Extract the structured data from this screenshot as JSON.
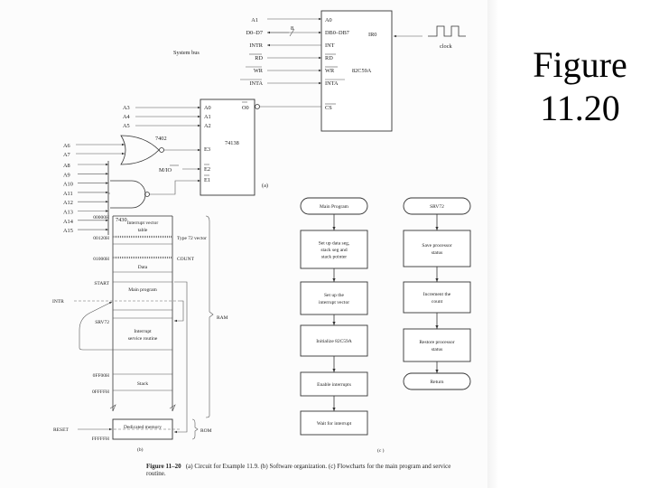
{
  "slide_title": {
    "line1": "Figure",
    "line2": "11.20"
  },
  "caption": {
    "label": "Figure 11–20",
    "text": "(a) Circuit for Example 11.9. (b) Software organization. (c) Flowcharts for the main program and service routine."
  },
  "part_a": {
    "label": "(a)",
    "system_bus_label": "System bus",
    "bus_signals": [
      "A1",
      "D0–D7",
      "INTR",
      "RD",
      "WR",
      "INTA"
    ],
    "bus_width_label": "8",
    "pic": {
      "name": "82C59A",
      "pins_left": [
        "A0",
        "DB0–DB7",
        "INT",
        "RD",
        "WR",
        "INTA",
        "CS"
      ],
      "pin_right": "IR0"
    },
    "clock_label": "clock",
    "decoder": {
      "name": "74138",
      "inputs": [
        "A0",
        "A1",
        "A2",
        "E3",
        "E2",
        "E1"
      ],
      "output": "O0"
    },
    "decoder_address_inputs": [
      "A3",
      "A4",
      "A5"
    ],
    "nor_gate": {
      "name": "7402",
      "inputs": [
        "A6",
        "A7"
      ]
    },
    "nand_gate": {
      "name": "7430",
      "inputs": [
        "A8",
        "A9",
        "A10",
        "A11",
        "A12",
        "A13",
        "A14",
        "A15"
      ]
    },
    "mio_label": "M/IO"
  },
  "part_b": {
    "label": "(b)",
    "addresses": [
      "00000H",
      "00120H",
      "01000H",
      "START",
      "SRV72",
      "0FF00H",
      "0FFFFH",
      "FFFFFH"
    ],
    "segments": [
      "Interrupt vector table",
      "Data",
      "Main program",
      "Interrupt service routine",
      "Stack",
      "Dedicated memory"
    ],
    "side_labels": [
      "Type 72 vector",
      "COUNT"
    ],
    "signals": [
      "INTR",
      "RESET"
    ],
    "brackets": [
      "RAM",
      "ROM"
    ]
  },
  "part_c": {
    "label": "(c )",
    "main_flow": [
      "Main Program",
      "Set up data seg, stack seg and stack pointer",
      "Set up the interrupt vector",
      "Initialize 82C59A",
      "Enable interrupts",
      "Wait for interrupt"
    ],
    "srv_flow": [
      "SRV72",
      "Save processor status",
      "Increment the count",
      "Restore processor status",
      "Return"
    ]
  }
}
